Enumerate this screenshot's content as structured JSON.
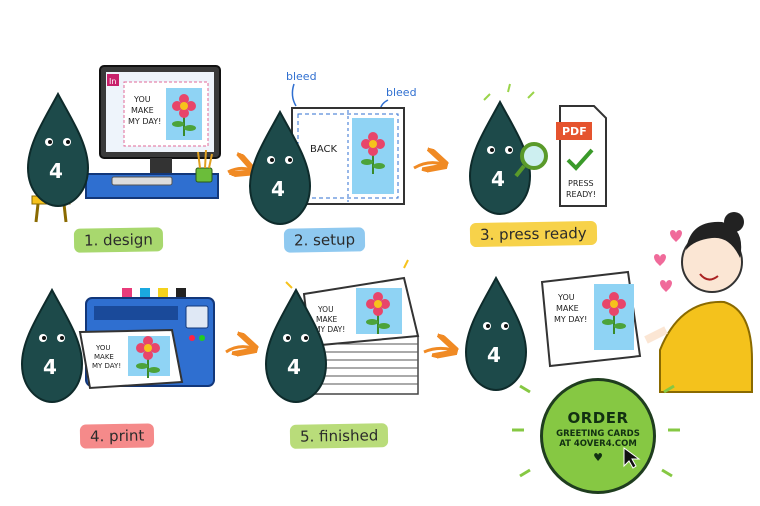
{
  "steps": [
    {
      "label": "1. design",
      "color": "#a8d86e"
    },
    {
      "label": "2. setup",
      "color": "#8fc9f0"
    },
    {
      "label": "3. press ready",
      "color": "#f7d24a"
    },
    {
      "label": "4. print",
      "color": "#f58a8a"
    },
    {
      "label": "5. finished",
      "color": "#b9dc7a"
    }
  ],
  "mascot_number": "4",
  "card": {
    "line1": "YOU",
    "line2": "MAKE",
    "line3": "MY DAY!"
  },
  "design_app_icon": "In",
  "setup": {
    "bleed_left": "bleed",
    "bleed_right": "bleed",
    "back_label": "BACK"
  },
  "pdf": {
    "tag": "PDF",
    "caption_line1": "PRESS",
    "caption_line2": "READY!"
  },
  "cta": {
    "line1": "ORDER",
    "line2": "GREETING CARDS",
    "line3": "AT 4OVER4.COM",
    "icon": "heart-icon"
  },
  "colors": {
    "mascot": "#1d4a4a",
    "arrow": "#f08a24",
    "cta_green": "#86c843"
  }
}
